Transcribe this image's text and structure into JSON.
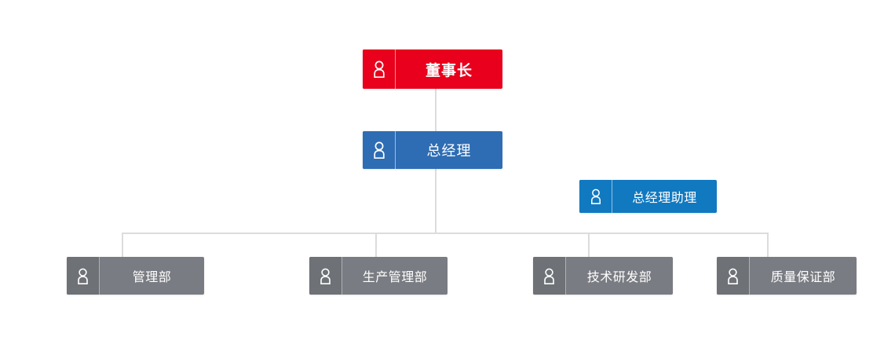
{
  "chart_data": {
    "type": "diagram",
    "diagram_kind": "organization-chart",
    "title": "",
    "orientation": "top-down",
    "levels": 4,
    "nodes": [
      {
        "id": "chairman",
        "label": "董事长",
        "level": 1,
        "color": "#e8001c",
        "icon": "person-icon"
      },
      {
        "id": "gm",
        "label": "总经理",
        "level": 2,
        "color": "#2e6db4",
        "icon": "person-icon"
      },
      {
        "id": "gm_asst",
        "label": "总经理助理",
        "level": 3,
        "color": "#1179c0",
        "icon": "person-icon"
      },
      {
        "id": "dept_mgmt",
        "label": "管理部",
        "level": 4,
        "color": "#797c82",
        "icon": "person-icon"
      },
      {
        "id": "dept_prod",
        "label": "生产管理部",
        "level": 4,
        "color": "#797c82",
        "icon": "person-icon"
      },
      {
        "id": "dept_tech",
        "label": "技术研发部",
        "level": 4,
        "color": "#797c82",
        "icon": "person-icon"
      },
      {
        "id": "dept_qa",
        "label": "质量保证部",
        "level": 4,
        "color": "#797c82",
        "icon": "person-icon"
      }
    ],
    "edges": [
      {
        "from": "chairman",
        "to": "gm"
      },
      {
        "from": "gm",
        "to": "dept_mgmt"
      },
      {
        "from": "gm",
        "to": "dept_prod"
      },
      {
        "from": "gm",
        "to": "dept_tech"
      },
      {
        "from": "gm",
        "to": "dept_qa"
      }
    ],
    "unconnected_nodes": [
      "gm_asst"
    ],
    "connector_color": "#dcdcdc",
    "background": "#ffffff"
  },
  "nodes": {
    "chairman": {
      "label": "董事长",
      "icon": "person-icon"
    },
    "gm": {
      "label": "总经理",
      "icon": "person-icon"
    },
    "gm_asst": {
      "label": "总经理助理",
      "icon": "person-icon"
    },
    "dept_mgmt": {
      "label": "管理部",
      "icon": "person-icon"
    },
    "dept_prod": {
      "label": "生产管理部",
      "icon": "person-icon"
    },
    "dept_tech": {
      "label": "技术研发部",
      "icon": "person-icon"
    },
    "dept_qa": {
      "label": "质量保证部",
      "icon": "person-icon"
    }
  },
  "colors": {
    "chairman": "#e8001c",
    "general_manager": "#2e6db4",
    "assistant": "#1179c0",
    "department": "#797c82",
    "connector": "#dcdcdc",
    "background": "#ffffff",
    "node_text": "#ffffff"
  }
}
